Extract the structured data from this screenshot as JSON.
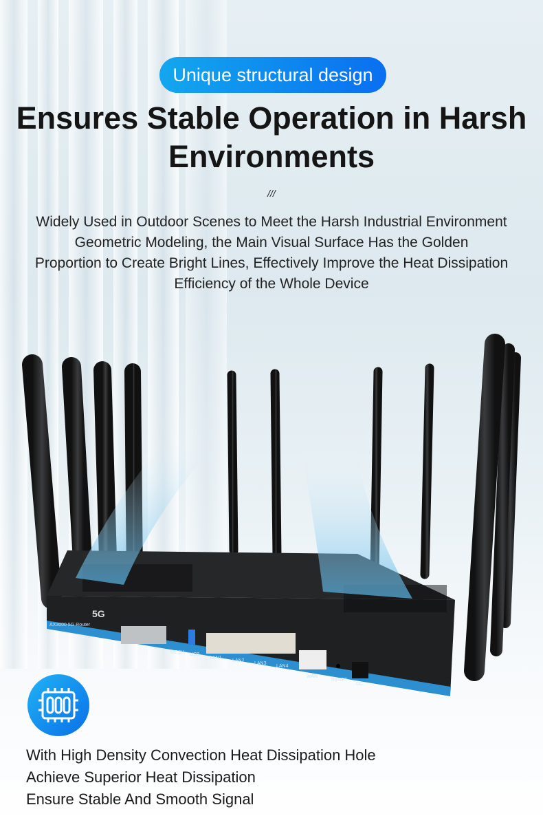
{
  "badge": "Unique structural design",
  "headline": {
    "line1": "Ensures Stable Operation in Harsh",
    "line2": "Environments"
  },
  "divider": "///",
  "description": [
    "Widely Used in Outdoor Scenes to Meet the Harsh Industrial Environment",
    "Geometric Modeling, the Main Visual Surface Has the Golden",
    "Proportion to Create Bright Lines, Effectively Improve the Heat Dissipation",
    "Efficiency of the Whole Device"
  ],
  "router": {
    "model": "AX3000 5G Router",
    "network": "5G",
    "ports": [
      "MESH",
      "USB",
      "LAN1",
      "LAN2",
      "LAN3",
      "LAN4",
      "WAN",
      "RESET",
      "DC"
    ]
  },
  "feature": {
    "icon": "chip-icon",
    "lines": [
      "With High Density Convection Heat Dissipation Hole",
      "Achieve Superior Heat Dissipation",
      "Ensure Stable And Smooth Signal"
    ]
  },
  "colors": {
    "accent": "#0a84f0",
    "router_body": "#2a2b2d",
    "router_stripe": "#2d8fd0"
  }
}
